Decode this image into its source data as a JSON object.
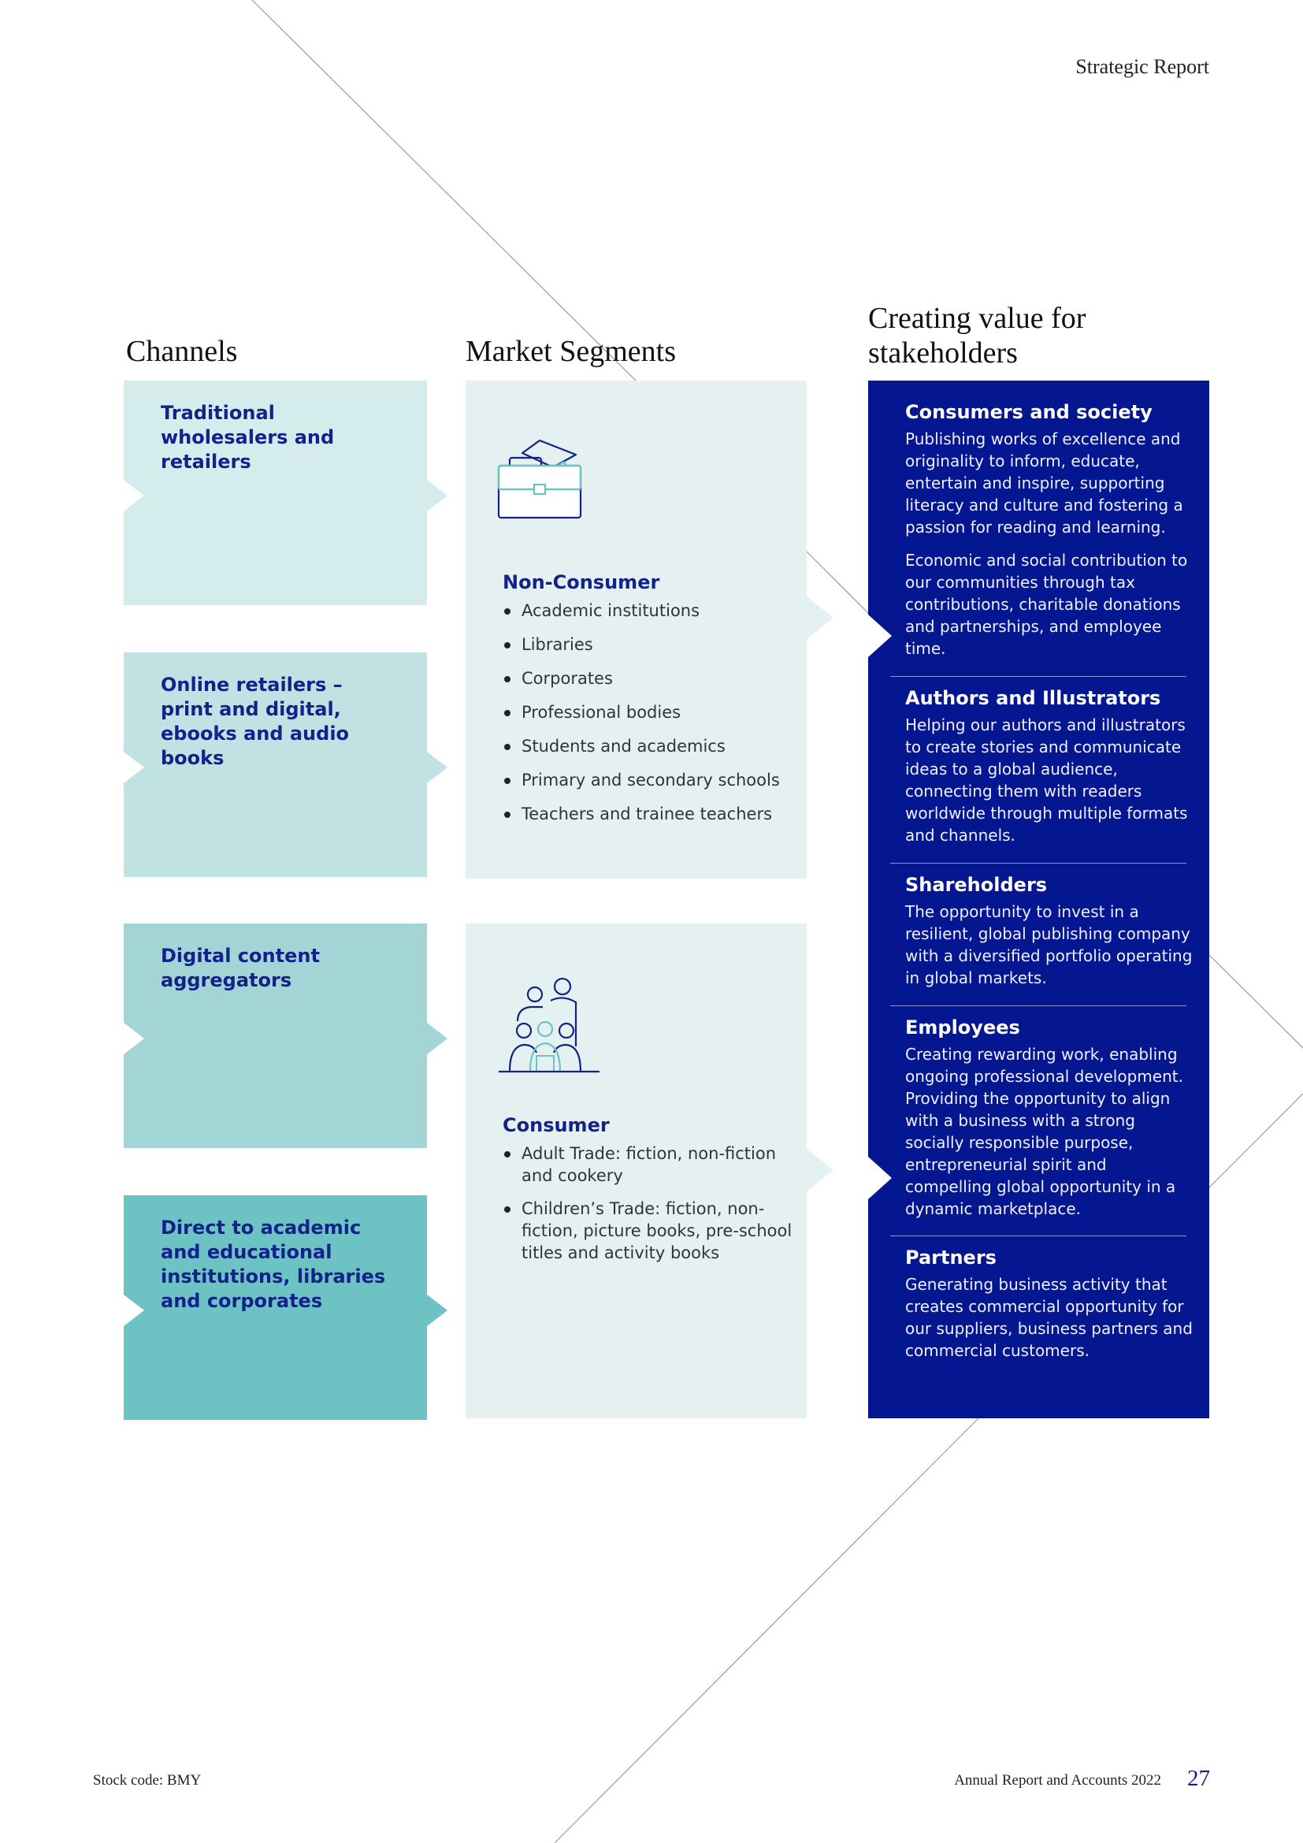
{
  "header": {
    "section": "Strategic Report"
  },
  "columns": {
    "channels_heading": "Channels",
    "segments_heading": "Market Segments",
    "stakeholders_heading_line1": "Creating value for",
    "stakeholders_heading_line2": "stakeholders"
  },
  "channels": [
    {
      "label": "Traditional wholesalers and retailers",
      "color": "#d5ecec"
    },
    {
      "label": "Online retailers – print and digital, ebooks and audio books",
      "color": "#c1e2e2"
    },
    {
      "label": "Digital content aggregators",
      "color": "#a4d5d6"
    },
    {
      "label": "Direct to academic and educational institutions, libraries and corporates",
      "color": "#6dc2c4"
    }
  ],
  "segments": [
    {
      "title": "Non-Consumer",
      "icon": "briefcase-graduation-cap-icon",
      "items": [
        "Academic institutions",
        "Libraries",
        "Corporates",
        "Professional bodies",
        "Students and academics",
        "Primary and secondary schools",
        "Teachers and trainee teachers"
      ]
    },
    {
      "title": "Consumer",
      "icon": "family-reading-icon",
      "items": [
        "Adult Trade: fiction, non-fiction and cookery",
        "Children’s Trade: fiction, non-fiction, picture books, pre-school titles and activity books"
      ]
    }
  ],
  "stakeholders": [
    {
      "title": "Consumers and society",
      "paragraphs": [
        "Publishing works of excellence and originality to inform, educate, entertain and inspire, supporting literacy and culture and fostering a passion for reading and learning.",
        "Economic and social contribution to our communities through tax contributions, charitable donations and partnerships, and employee time."
      ]
    },
    {
      "title": "Authors and Illustrators",
      "paragraphs": [
        "Helping our authors and illustrators to create stories and communicate ideas to a global audience, connecting them with readers worldwide through multiple formats and channels."
      ]
    },
    {
      "title": "Shareholders",
      "paragraphs": [
        "The opportunity to invest in a resilient, global publishing company with a diversified portfolio operating in global markets."
      ]
    },
    {
      "title": "Employees",
      "paragraphs": [
        "Creating rewarding work, enabling ongoing professional development. Providing the opportunity to align with a business with a strong socially responsible purpose, entrepreneurial spirit and compelling global opportunity in a dynamic marketplace."
      ]
    },
    {
      "title": "Partners",
      "paragraphs": [
        "Generating business activity that creates commercial opportunity for our suppliers, business partners and commercial customers."
      ]
    }
  ],
  "colors": {
    "navy": "#041690",
    "label_blue": "#13218a",
    "segment_bg": "#e5f1f1",
    "icon_teal": "#6dc2c4"
  },
  "footer": {
    "stock_code": "Stock code: BMY",
    "report_name": "Annual Report and Accounts 2022",
    "page_number": "27"
  }
}
